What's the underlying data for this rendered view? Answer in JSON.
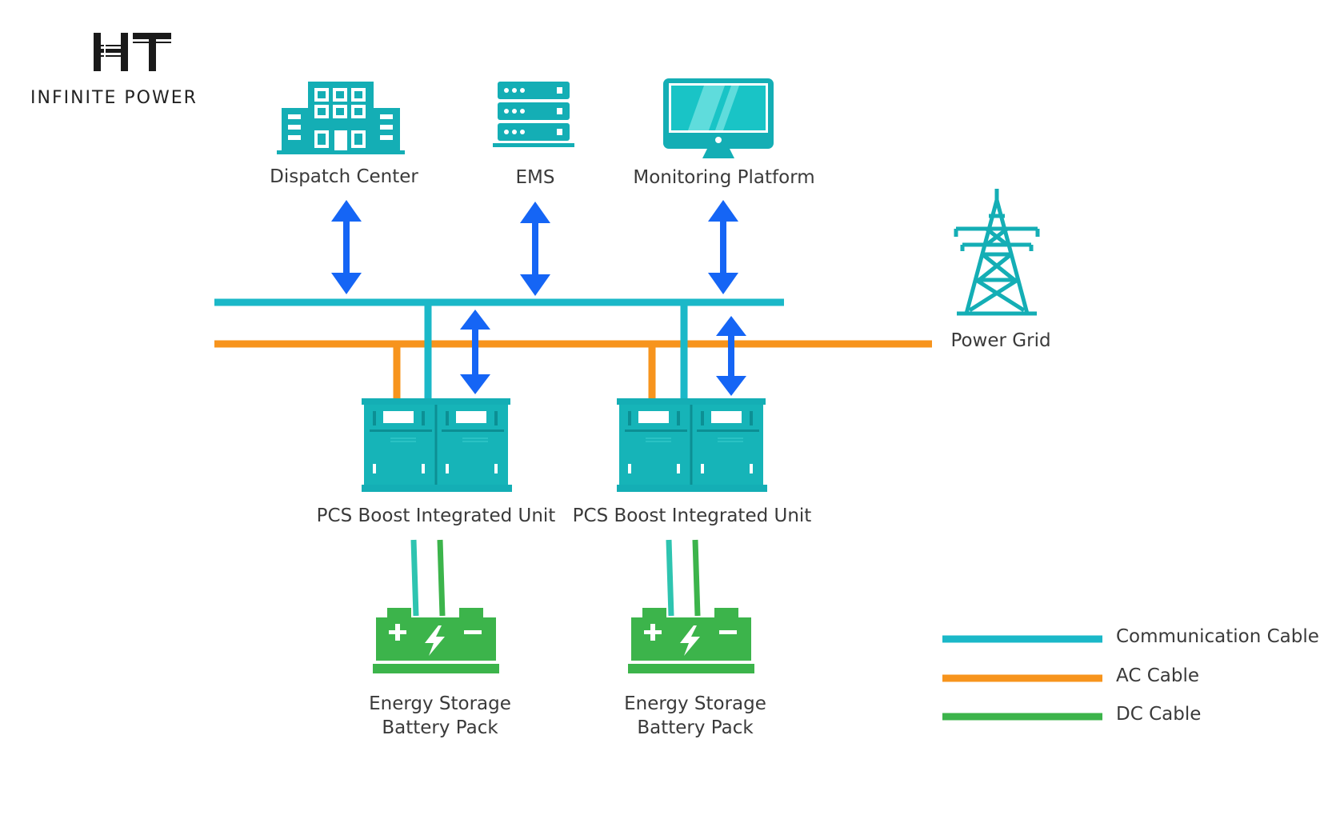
{
  "brand": {
    "logo_text": "HT",
    "tagline": "INFINITE POWER"
  },
  "nodes": {
    "dispatch_center": "Dispatch Center",
    "ems": "EMS",
    "monitoring_platform": "Monitoring Platform",
    "power_grid": "Power Grid",
    "pcs_unit_1": "PCS Boost Integrated Unit",
    "pcs_unit_2": "PCS Boost Integrated Unit",
    "battery_1": {
      "line1": "Energy Storage",
      "line2": "Battery Pack"
    },
    "battery_2": {
      "line1": "Energy Storage",
      "line2": "Battery Pack"
    }
  },
  "legend": [
    {
      "label": "Communication Cable",
      "color": "#1bb8c8"
    },
    {
      "label": "AC Cable",
      "color": "#f7941d"
    },
    {
      "label": "DC Cable",
      "color": "#3cb44b"
    }
  ],
  "colors": {
    "communication": "#1bb8c8",
    "ac": "#f7941d",
    "dc": "#3cb44b",
    "arrow": "#1565f5",
    "icon_teal": "#14aeb5",
    "battery_green": "#3cb44b"
  }
}
